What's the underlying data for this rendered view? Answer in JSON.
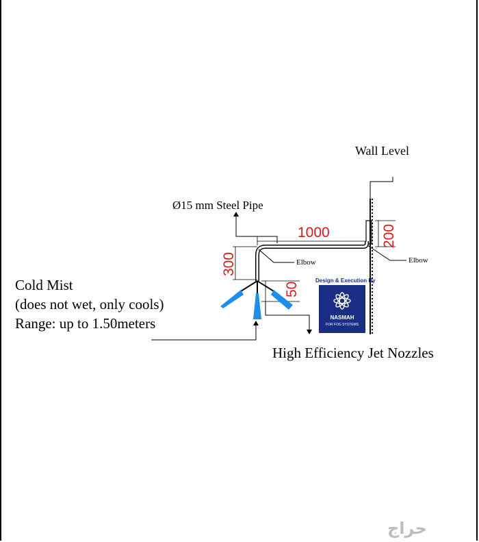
{
  "labels": {
    "wall_level": "Wall Level",
    "pipe": "Ø15 mm Steel Pipe",
    "elbow_left": "Elbow",
    "elbow_right": "Elbow",
    "cold_mist_title": "Cold Mist",
    "cold_mist_note": "(does not wet, only cools)",
    "cold_mist_range": "Range: up to  1.50meters",
    "nozzles": "High Efficiency Jet Nozzles"
  },
  "dimensions": {
    "horizontal_run": "1000",
    "wall_offset": "200",
    "drop": "300",
    "nozzle_drop": "50"
  },
  "logo": {
    "caption": "Design & Execution By",
    "name": "NASMAH",
    "subtitle": "FOR FOG SYSTEMS"
  },
  "watermark": "حراج",
  "colors": {
    "dimension_red": "#e0151b",
    "nozzle_blue": "#1e8fe8",
    "logo_blue": "#1a2e86"
  }
}
